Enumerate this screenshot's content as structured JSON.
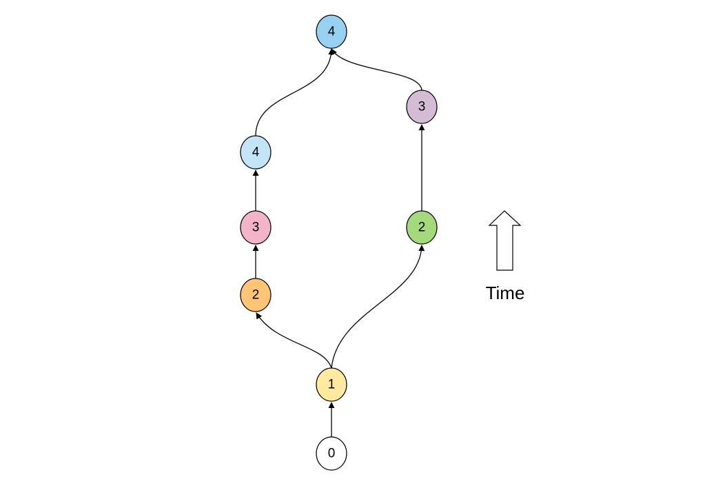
{
  "nodes": [
    {
      "id": "n0",
      "label": "0",
      "color": "#ffffff"
    },
    {
      "id": "n1",
      "label": "1",
      "color": "#ffeaa0"
    },
    {
      "id": "n2a",
      "label": "2",
      "color": "#ffc574"
    },
    {
      "id": "n3a",
      "label": "3",
      "color": "#f3b3c8"
    },
    {
      "id": "n4a",
      "label": "4",
      "color": "#c3e4f6"
    },
    {
      "id": "n2b",
      "label": "2",
      "color": "#a4da7c"
    },
    {
      "id": "n3b",
      "label": "3",
      "color": "#d4bcd4"
    },
    {
      "id": "n4top",
      "label": "4",
      "color": "#98d0f2"
    }
  ],
  "edges": [
    {
      "from": "n0",
      "to": "n1"
    },
    {
      "from": "n1",
      "to": "n2a"
    },
    {
      "from": "n1",
      "to": "n2b"
    },
    {
      "from": "n2a",
      "to": "n3a"
    },
    {
      "from": "n3a",
      "to": "n4a"
    },
    {
      "from": "n2b",
      "to": "n3b"
    },
    {
      "from": "n4a",
      "to": "n4top"
    },
    {
      "from": "n3b",
      "to": "n4top"
    }
  ],
  "time_indicator": {
    "label": "Time",
    "direction": "up"
  }
}
